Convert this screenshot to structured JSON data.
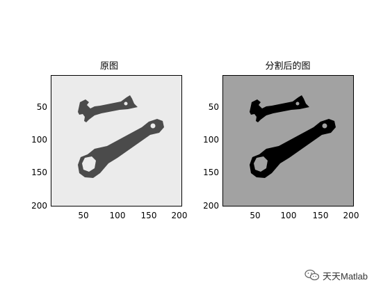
{
  "panels": [
    {
      "title": "原图",
      "background": "#ebebeb",
      "wrench_color": "#4b4b4b",
      "yticks": [
        "50",
        "100",
        "150",
        "200"
      ],
      "xticks": [
        "50",
        "100",
        "150",
        "200"
      ]
    },
    {
      "title": "分割后的图",
      "background": "#a2a2a2",
      "wrench_color": "#000000",
      "yticks": [
        "50",
        "100",
        "150",
        "200"
      ],
      "xticks": [
        "50",
        "100",
        "150",
        "200"
      ]
    }
  ],
  "watermark": {
    "text": "天天Matlab",
    "icon": "wechat-icon"
  }
}
